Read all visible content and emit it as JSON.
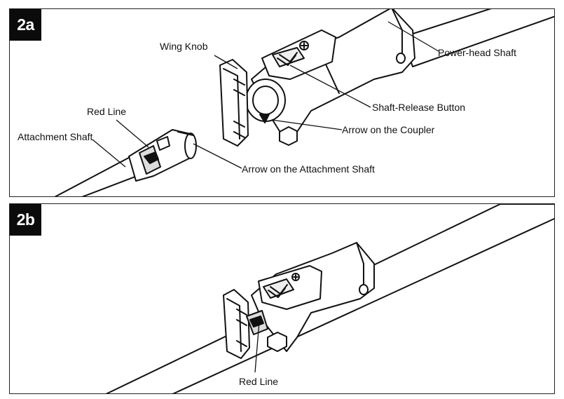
{
  "panel_a": {
    "tag": "2a",
    "labels": {
      "wing_knob": "Wing Knob",
      "power_head_shaft": "Power-head Shaft",
      "red_line": "Red Line",
      "attachment_shaft": "Attachment Shaft",
      "shaft_release_button": "Shaft-Release Button",
      "arrow_on_coupler": "Arrow on the Coupler",
      "arrow_on_attachment_shaft": "Arrow on the Attachment Shaft"
    }
  },
  "panel_b": {
    "tag": "2b",
    "labels": {
      "red_line": "Red Line"
    }
  }
}
